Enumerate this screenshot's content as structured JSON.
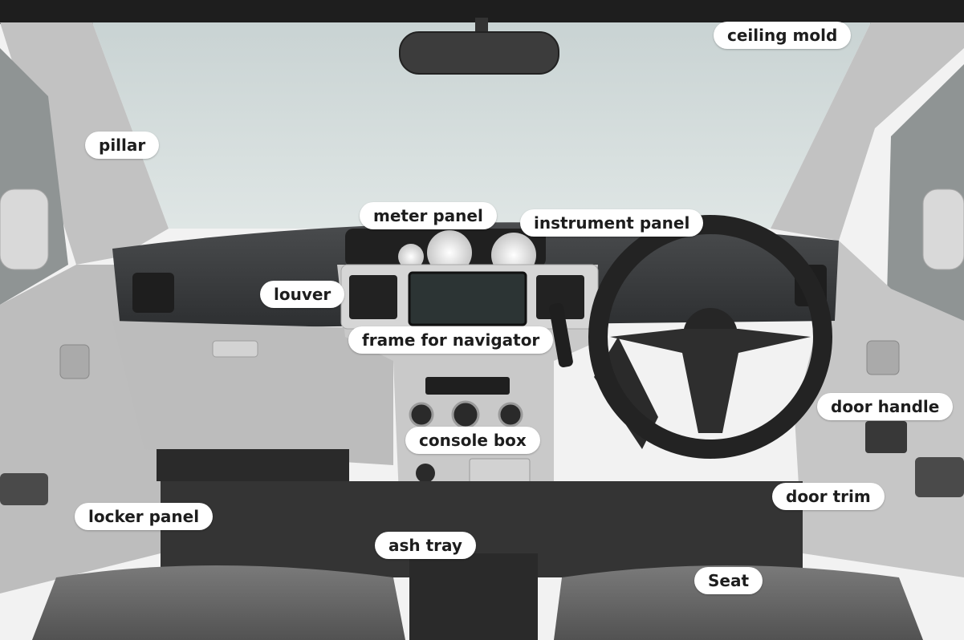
{
  "labels": {
    "ceiling_mold": "ceiling mold",
    "pillar": "pillar",
    "meter_panel": "meter panel",
    "instrument_panel": "instrument panel",
    "louver": "louver",
    "frame_for_navigator": "frame for navigator",
    "door_handle": "door handle",
    "console_box": "console box",
    "door_trim": "door trim",
    "locker_panel": "locker panel",
    "ash_tray": "ash tray",
    "seat": "Seat"
  }
}
